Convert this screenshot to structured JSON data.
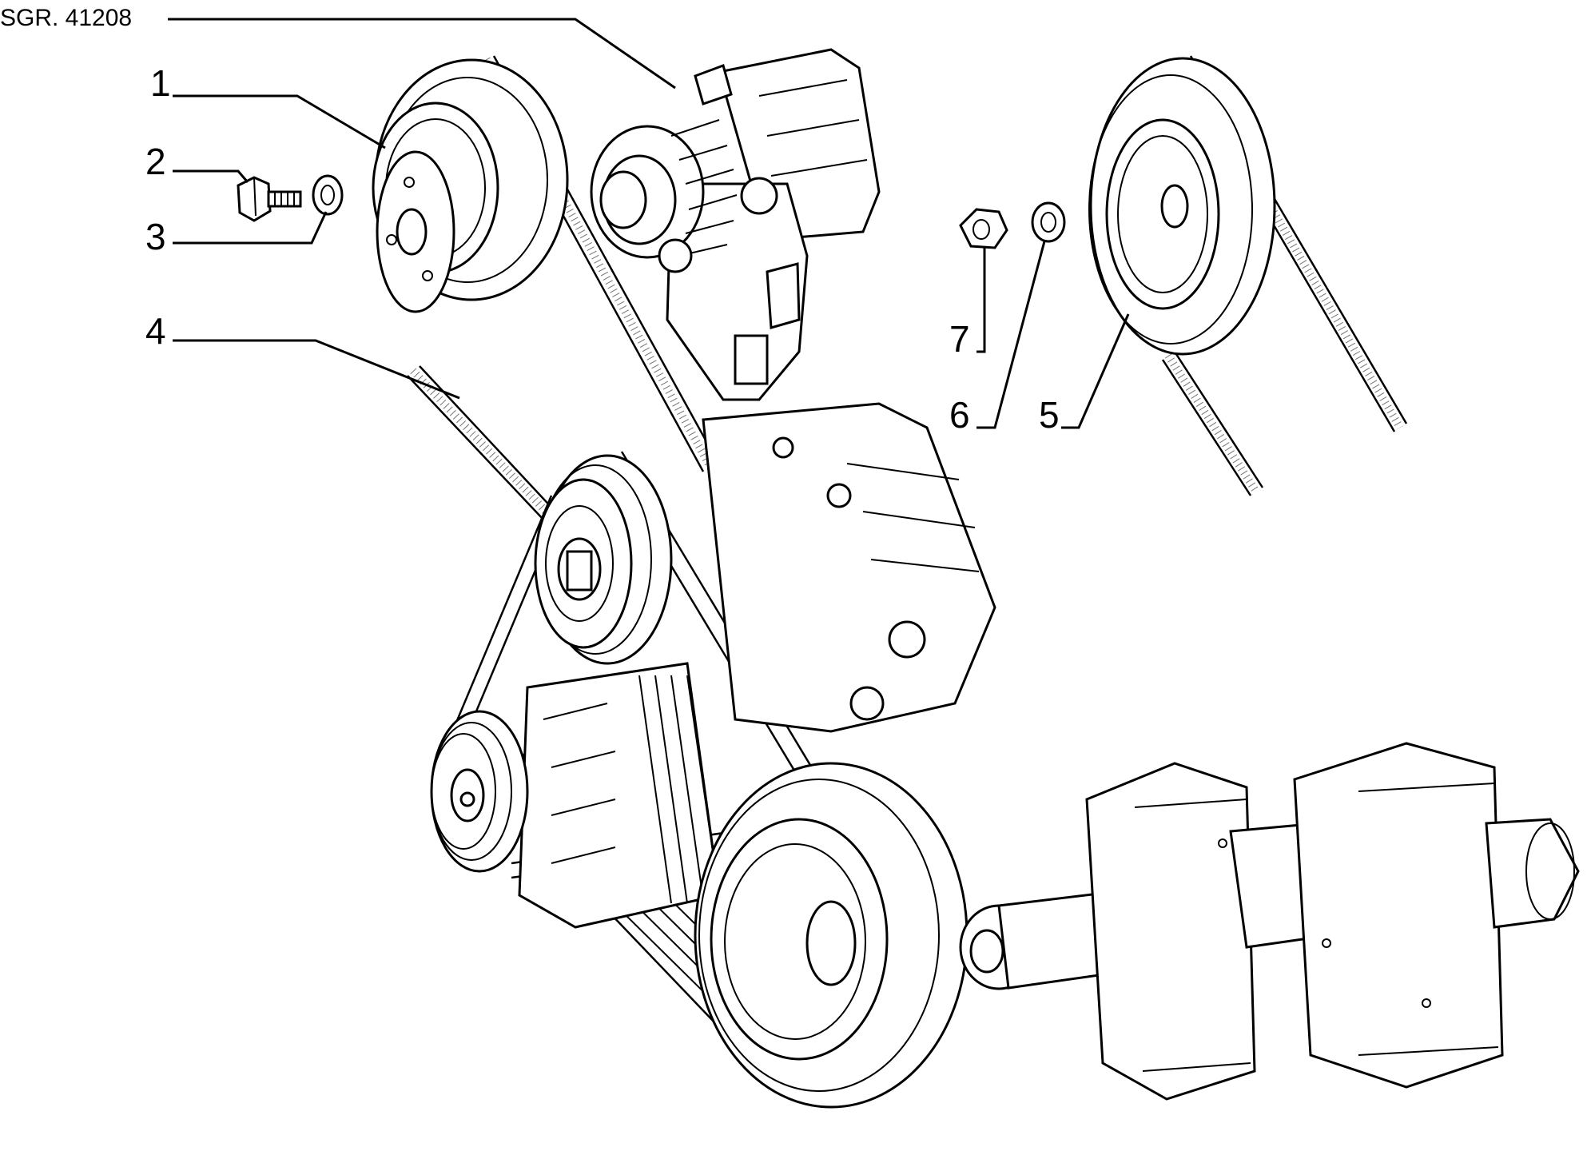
{
  "figure": {
    "code": "SGR. 41208",
    "callouts": [
      {
        "id": "c1",
        "text": "1"
      },
      {
        "id": "c2",
        "text": "2"
      },
      {
        "id": "c3",
        "text": "3"
      },
      {
        "id": "c4",
        "text": "4"
      },
      {
        "id": "c5",
        "text": "5"
      },
      {
        "id": "c6",
        "text": "6"
      },
      {
        "id": "c7",
        "text": "7"
      }
    ]
  }
}
